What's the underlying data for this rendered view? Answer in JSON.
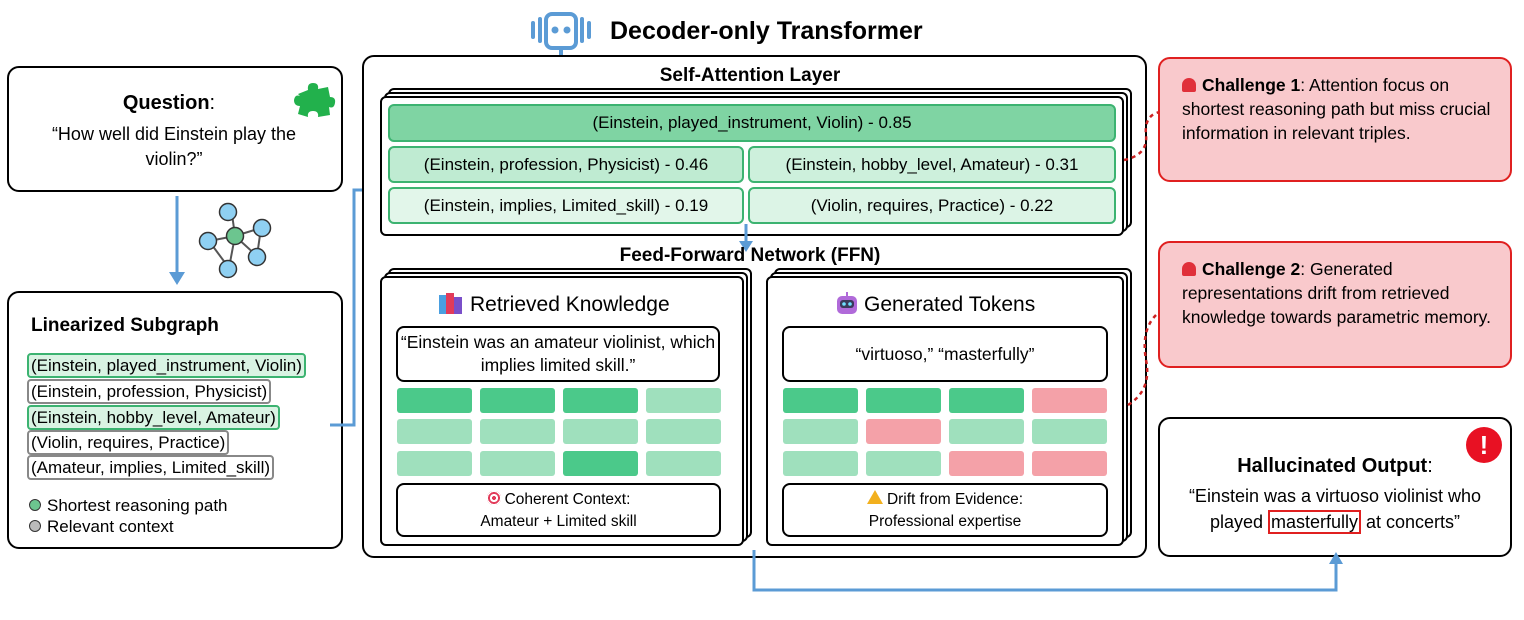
{
  "title": "Decoder-only Transformer",
  "question": {
    "label": "Question",
    "colon": ":",
    "text": "“How well did Einstein play the violin?”"
  },
  "subgraph": {
    "title": "Linearized Subgraph",
    "triples": [
      "(Einstein, played_instrument, Violin)",
      "(Einstein, profession, Physicist)",
      "(Einstein, hobby_level, Amateur)",
      "(Violin, requires, Practice)",
      "(Amateur, implies, Limited_skill)"
    ],
    "legend": [
      "Shortest reasoning path",
      "Relevant context"
    ]
  },
  "attention": {
    "title": "Self-Attention Layer",
    "rows": [
      "(Einstein, played_instrument, Violin) - 0.85",
      "(Einstein, profession, Physicist) - 0.46",
      "(Einstein, hobby_level, Amateur) - 0.31",
      "(Einstein, implies, Limited_skill) - 0.19",
      "(Violin, requires, Practice) - 0.22"
    ]
  },
  "ffn": {
    "title": "Feed-Forward Network (FFN)",
    "retrieved": {
      "title": "Retrieved Knowledge",
      "quote": "“Einstein was an amateur violinist, which implies limited skill.”",
      "footer_line1": "Coherent Context:",
      "footer_line2": "Amateur + Limited skill"
    },
    "generated": {
      "title": "Generated Tokens",
      "quote": "“virtuoso,” “masterfully”",
      "footer_line1": "Drift from Evidence:",
      "footer_line2": "Professional expertise"
    }
  },
  "challenges": [
    {
      "label": "Challenge 1",
      "text": ": Attention focus on shortest reasoning path but miss crucial information in relevant triples."
    },
    {
      "label": "Challenge 2",
      "text": ": Generated representations drift from retrieved knowledge  towards parametric memory."
    }
  ],
  "output": {
    "label": "Hallucinated Output",
    "colon": ":",
    "text_before": "“Einstein was a virtuoso violinist who played ",
    "highlight": "masterfully",
    "text_after": " at concerts”",
    "alert": "!"
  },
  "icons": [
    "robot-icon",
    "puzzle-icon",
    "graph-icon",
    "books-icon",
    "bot-face-icon",
    "target-icon",
    "warning-icon",
    "siren-icon",
    "exclamation-icon"
  ],
  "colors": {
    "green_dark": "#4bc98a",
    "green_light": "#9fe0bd",
    "red_cell": "#f4a1a8",
    "challenge_bg": "#f9c9cc",
    "challenge_border": "#e02020",
    "arrow_blue": "#5b9bd5"
  }
}
